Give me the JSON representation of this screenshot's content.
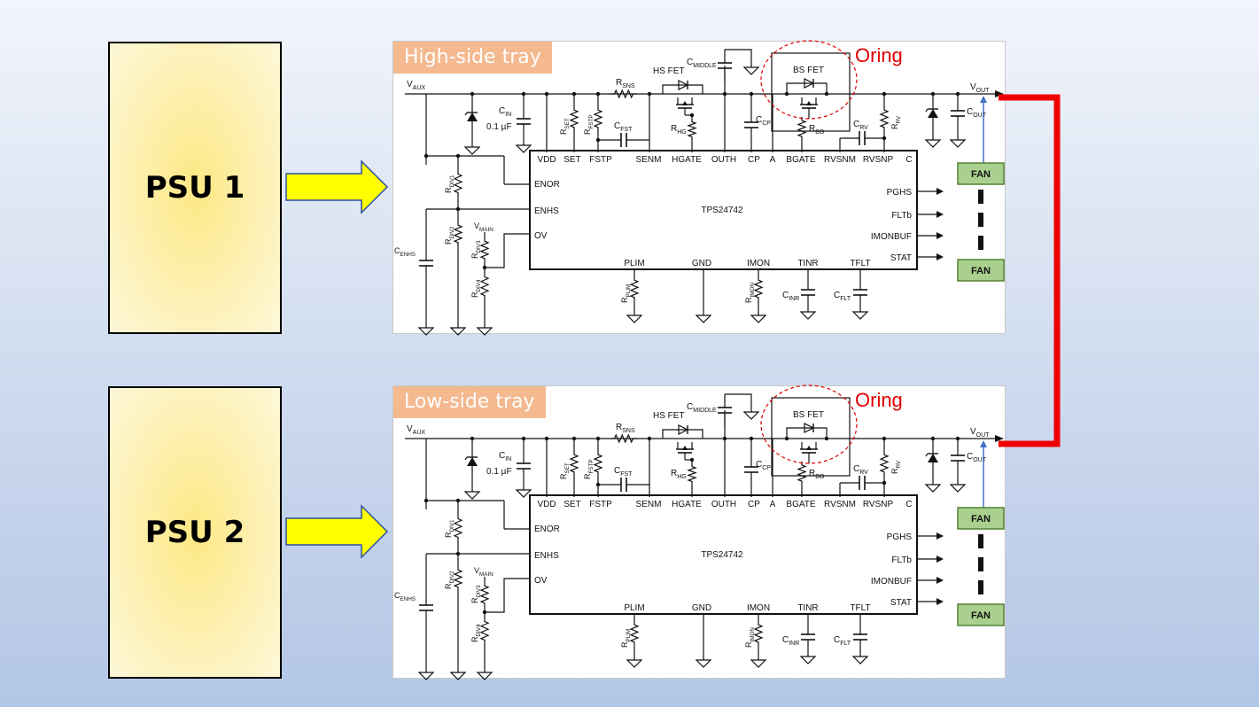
{
  "psu_units": [
    {
      "label": "PSU 1"
    },
    {
      "label": "PSU 2"
    }
  ],
  "trays": [
    {
      "label": "High-side tray"
    },
    {
      "label": "Low-side tray"
    }
  ],
  "schematic": {
    "ic_name": "TPS24742",
    "oring_label": "Oring",
    "bs_fet_label": "BS FET",
    "hs_fet_label": "HS FET",
    "fan_label": "FAN",
    "vaux": {
      "base": "V",
      "sub": "AUX"
    },
    "vout": {
      "base": "V",
      "sub": "OUT"
    },
    "vmain": {
      "base": "V",
      "sub": "MAIN"
    },
    "cin_value": "0.1 µF",
    "top_pins": [
      "VDD",
      "SET",
      "FSTP",
      "SENM",
      "HGATE",
      "OUTH",
      "CP",
      "A",
      "BGATE",
      "RVSNM",
      "RVSNP",
      "C"
    ],
    "left_pins": [
      "ENOR",
      "ENHS",
      "OV"
    ],
    "right_pins": [
      "PGHS",
      "FLTb",
      "IMONBUF",
      "STAT"
    ],
    "bottom_pins": [
      "PLIM",
      "GND",
      "IMON",
      "TINR",
      "TFLT"
    ],
    "components": {
      "rsns": {
        "base": "R",
        "sub": "SNS"
      },
      "cmiddle": {
        "base": "C",
        "sub": "MIDDLE"
      },
      "cin": {
        "base": "C",
        "sub": "IN"
      },
      "rset": {
        "base": "R",
        "sub": "SET"
      },
      "rfstp": {
        "base": "R",
        "sub": "FSTP"
      },
      "cfst": {
        "base": "C",
        "sub": "FST"
      },
      "rhg": {
        "base": "R",
        "sub": "HG"
      },
      "ccp": {
        "base": "C",
        "sub": "CP"
      },
      "rbg": {
        "base": "R",
        "sub": "BG"
      },
      "crv": {
        "base": "C",
        "sub": "RV"
      },
      "rrv": {
        "base": "R",
        "sub": "RV"
      },
      "cout": {
        "base": "C",
        "sub": "OUT"
      },
      "rdiv1": {
        "base": "R",
        "sub": "DIV1"
      },
      "rdiv2": {
        "base": "R",
        "sub": "DIV2"
      },
      "rdiv3": {
        "base": "R",
        "sub": "DIV3"
      },
      "rdiv4": {
        "base": "R",
        "sub": "DIV4"
      },
      "cenhs": {
        "base": "C",
        "sub": "ENHS"
      },
      "rplim": {
        "base": "R",
        "sub": "PLIM"
      },
      "rimon": {
        "base": "R",
        "sub": "IMON"
      },
      "cinr": {
        "base": "C",
        "sub": "INR"
      },
      "cflt": {
        "base": "C",
        "sub": "FLT"
      }
    }
  },
  "colors": {
    "link_red": "#ee0000",
    "arrow_fill": "#ffff00",
    "arrow_stroke": "#2f4f9f",
    "fan_fill": "#a9d08e",
    "fan_stroke": "#538135",
    "oring_red": "#e00000",
    "tray_label_bg": "#f4b98f"
  }
}
